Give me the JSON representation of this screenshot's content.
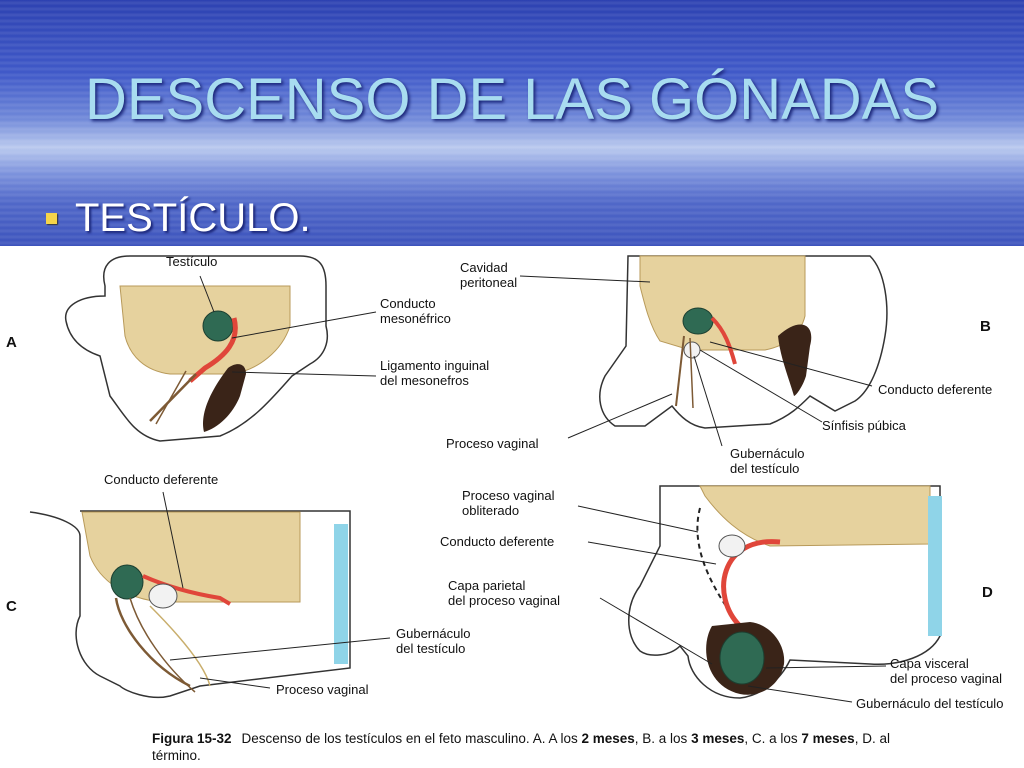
{
  "slide": {
    "title": "DESCENSO DE LAS GÓNADAS",
    "bullet": "TESTÍCULO."
  },
  "panels": {
    "A": {
      "letter": "A",
      "labels": {
        "testiculo": "Testículo",
        "conducto_mesonefrico": "Conducto\nmesonéfrico",
        "ligamento": "Ligamento inguinal\ndel mesonefros"
      }
    },
    "B": {
      "letter": "B",
      "labels": {
        "cavidad": "Cavidad\nperitoneal",
        "conducto_deferente": "Conducto deferente",
        "sinfisis": "Sínfisis púbica",
        "proceso_vaginal": "Proceso vaginal",
        "gubernaculo": "Gubernáculo\ndel testículo"
      }
    },
    "C": {
      "letter": "C",
      "labels": {
        "conducto_deferente": "Conducto deferente",
        "gubernaculo": "Gubernáculo\ndel testículo",
        "proceso_vaginal": "Proceso vaginal"
      }
    },
    "D": {
      "letter": "D",
      "labels": {
        "proceso_obliterado": "Proceso vaginal\nobliterado",
        "conducto_deferente": "Conducto deferente",
        "capa_parietal": "Capa parietal\ndel proceso vaginal",
        "capa_visceral": "Capa visceral\ndel proceso vaginal",
        "gubernaculo": "Gubernáculo del testículo"
      }
    }
  },
  "caption": {
    "figure_label": "Figura 15-32",
    "text_1": "Descenso de los testículos en el feto masculino. A. A los ",
    "bold_1": "2 meses",
    "text_2": ", B. a los ",
    "bold_2": "3 meses",
    "text_3": ", C. a los ",
    "bold_3": "7 meses",
    "text_4": ", D. al término."
  },
  "colors": {
    "tissue": "#e6d29e",
    "tissue_dark": "#c9ae6c",
    "testis": "#2f6a53",
    "duct_red": "#e0463a",
    "bone_dark": "#3a2418",
    "skin_blue": "#8fd4e8"
  }
}
